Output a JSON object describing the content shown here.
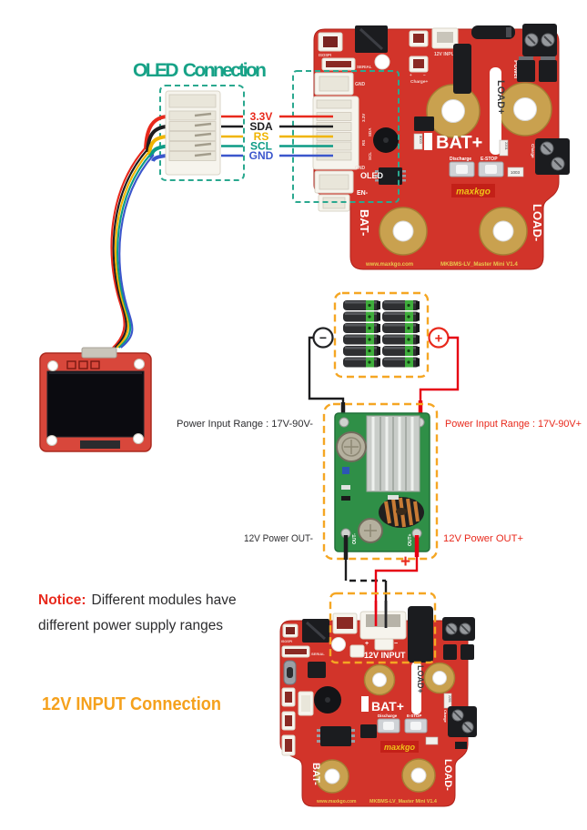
{
  "colors": {
    "teal": "#17a287",
    "orange_accent": "#f5a11d",
    "notice_red": "#e8291c",
    "board_red": "#d2342a",
    "pcb_green": "#2f8f47",
    "gold_pad": "#c9a14f"
  },
  "oled_title": {
    "main": "OLED",
    "rest": "Connection"
  },
  "pins": [
    {
      "label": "3.3V",
      "color": "#e8291c"
    },
    {
      "label": "SDA",
      "color": "#1d1d1f"
    },
    {
      "label": "RS",
      "color": "#f0b400"
    },
    {
      "label": "SCL",
      "color": "#0d9b85"
    },
    {
      "label": "GND",
      "color": "#3b56cc"
    }
  ],
  "silk": {
    "isospi": "ISOSPI",
    "serial": "SERIAL",
    "input12v": "12V INPUT",
    "charge_plus": "Charge+",
    "power": "Power",
    "load_plus": "LOAD+",
    "bat_plus": "BAT+",
    "discharge": "Discharge",
    "estop": "E-STOP",
    "logo": "maxkgo",
    "charge": "Charge",
    "bat_minus": "BAT-",
    "load_minus": "LOAD-",
    "url": "www.maxkgo.com",
    "version": "MKBMS-LV_Master Mini V1.4",
    "oled": "OLED",
    "en": "EN-",
    "gnd": "GND",
    "v33": "3.3V",
    "sda": "SDA",
    "rs": "RS",
    "scl": "SCL",
    "res_8003": "8003",
    "res_2201": "2201",
    "res_1003": "1003",
    "plus": "+",
    "minus": "−"
  },
  "battery": {
    "minus": "−",
    "plus": "+"
  },
  "module": {
    "out_neg": "OUT-",
    "out_pos": "OUT+"
  },
  "annotations": {
    "input_range_neg": "Power Input Range : 17V-90V-",
    "input_range_pos": "Power Input Range : 17V-90V+",
    "out_neg": "12V Power OUT-",
    "out_pos": "12V Power OUT+",
    "wire_plus": "+",
    "notice_label": "Notice:",
    "notice_line1": "Different modules have",
    "notice_line2": "different power supply ranges",
    "input_title": "12V INPUT Connection"
  }
}
